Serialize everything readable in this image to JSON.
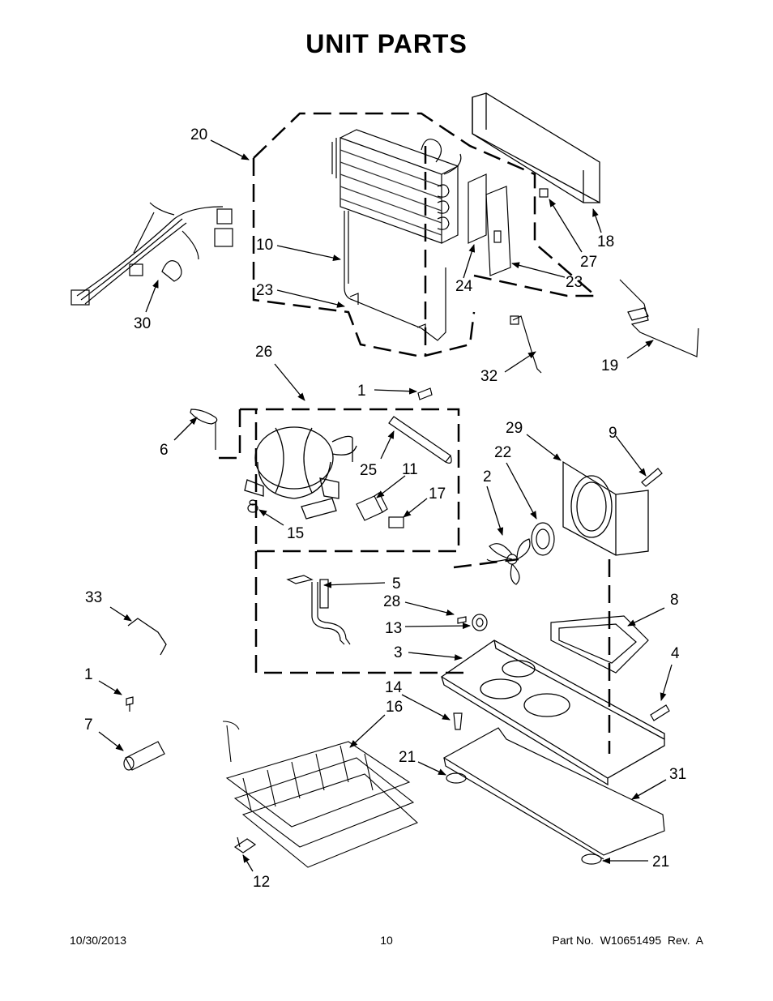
{
  "page": {
    "title": "UNIT PARTS",
    "date": "10/30/2013",
    "page_number": "10",
    "part_number": "Part No.  W10651495  Rev.  A"
  },
  "callouts": {
    "c20": "20",
    "c10": "10",
    "c23a": "23",
    "c30": "30",
    "c24": "24",
    "c18": "18",
    "c27": "27",
    "c23b": "23",
    "c19": "19",
    "c32": "32",
    "c26": "26",
    "c1a": "1",
    "c6": "6",
    "c25": "25",
    "c11": "11",
    "c17": "17",
    "c15": "15",
    "c29": "29",
    "c9": "9",
    "c22": "22",
    "c2": "2",
    "c5": "5",
    "c28": "28",
    "c13": "13",
    "c3": "3",
    "c8": "8",
    "c4": "4",
    "c33": "33",
    "c1b": "1",
    "c14": "14",
    "c16": "16",
    "c7": "7",
    "c21a": "21",
    "c31": "31",
    "c21b": "21",
    "c12": "12"
  }
}
